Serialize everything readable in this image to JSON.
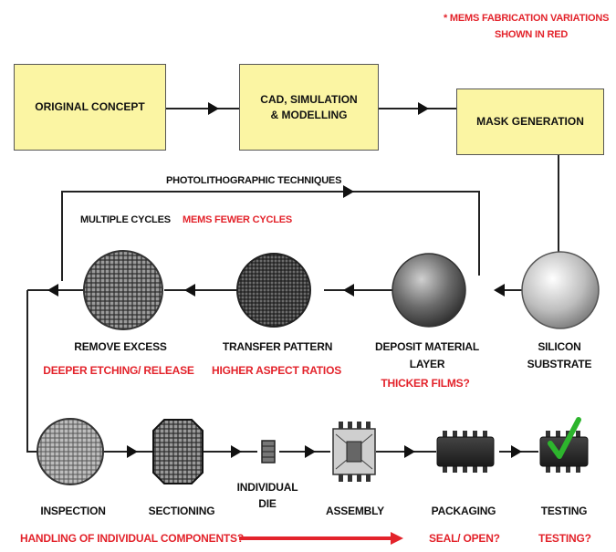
{
  "note": {
    "line1": "* MEMS FABRICATION VARIATIONS",
    "line2": "SHOWN IN RED"
  },
  "top_boxes": [
    {
      "label": "ORIGINAL CONCEPT"
    },
    {
      "label": "CAD, SIMULATION\n& MODELLING"
    },
    {
      "label": "MASK GENERATION"
    }
  ],
  "loop": {
    "photolithographic": "PHOTOLITHOGRAPHIC TECHNIQUES",
    "multiple_cycles": "MULTIPLE CYCLES",
    "mems_fewer_cycles": "MEMS FEWER CYCLES"
  },
  "middle_steps": [
    {
      "label1": "REMOVE EXCESS",
      "label2": "",
      "mems": "DEEPER ETCHING/ RELEASE"
    },
    {
      "label1": "TRANSFER PATTERN",
      "label2": "",
      "mems": "HIGHER ASPECT RATIOS"
    },
    {
      "label1": "DEPOSIT MATERIAL",
      "label2": "LAYER",
      "mems": "THICKER FILMS?"
    },
    {
      "label1": "SILICON",
      "label2": "SUBSTRATE",
      "mems": ""
    }
  ],
  "bottom_steps": [
    {
      "label1": "INSPECTION",
      "label2": ""
    },
    {
      "label1": "SECTIONING",
      "label2": ""
    },
    {
      "label1": "INDIVIDUAL",
      "label2": "DIE"
    },
    {
      "label1": "ASSEMBLY",
      "label2": ""
    },
    {
      "label1": "PACKAGING",
      "label2": ""
    },
    {
      "label1": "TESTING",
      "label2": ""
    }
  ],
  "bottom_mems": {
    "handling": "HANDLING OF INDIVIDUAL COMPONENTS?",
    "seal": "SEAL/ OPEN?",
    "testing": "TESTING?"
  },
  "colors": {
    "box_fill": "#fbf5a3",
    "mems_red": "#e3232b",
    "check_green": "#2db52d"
  }
}
